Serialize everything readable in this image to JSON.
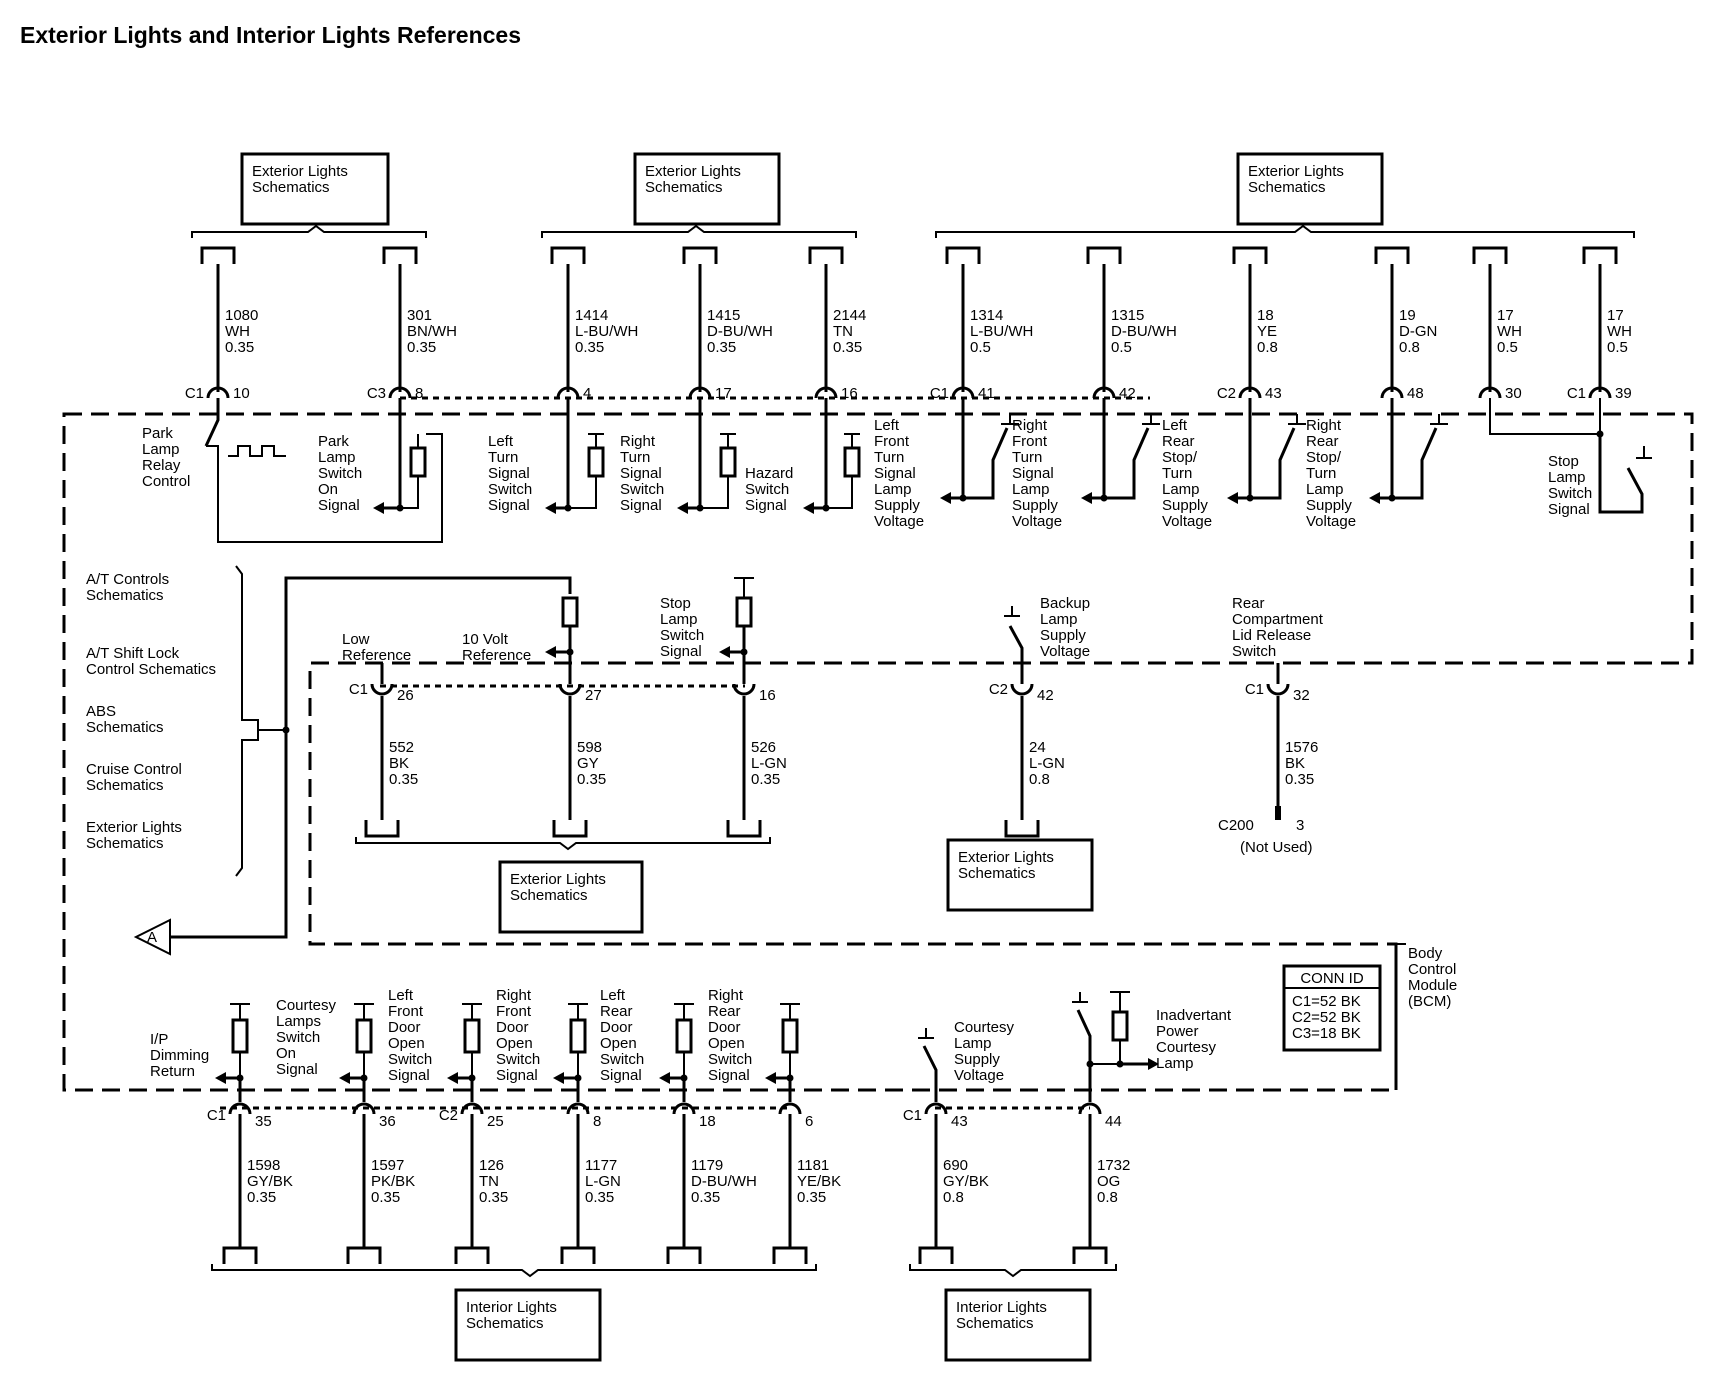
{
  "title": "Exterior Lights and Interior Lights References",
  "refs": {
    "ext_top_1": "Exterior Lights|Schematics",
    "ext_top_2": "Exterior Lights|Schematics",
    "ext_top_3": "Exterior Lights|Schematics",
    "ext_mid_1": "Exterior Lights|Schematics",
    "ext_mid_2": "Exterior Lights|Schematics",
    "int_bot_1": "Interior Lights|Schematics",
    "int_bot_2": "Interior Lights|Schematics"
  },
  "top_wires": [
    {
      "circuit": "1080",
      "color": "WH",
      "gauge": "0.35",
      "conn": "C1",
      "pin": "10"
    },
    {
      "circuit": "301",
      "color": "BN/WH",
      "gauge": "0.35",
      "conn": "C3",
      "pin": "8"
    },
    {
      "circuit": "1414",
      "color": "L-BU/WH",
      "gauge": "0.35",
      "conn": "",
      "pin": "4"
    },
    {
      "circuit": "1415",
      "color": "D-BU/WH",
      "gauge": "0.35",
      "conn": "",
      "pin": "17"
    },
    {
      "circuit": "2144",
      "color": "TN",
      "gauge": "0.35",
      "conn": "",
      "pin": "16"
    },
    {
      "circuit": "1314",
      "color": "L-BU/WH",
      "gauge": "0.5",
      "conn": "C1",
      "pin": "41"
    },
    {
      "circuit": "1315",
      "color": "D-BU/WH",
      "gauge": "0.5",
      "conn": "",
      "pin": "42"
    },
    {
      "circuit": "18",
      "color": "YE",
      "gauge": "0.8",
      "conn": "C2",
      "pin": "43"
    },
    {
      "circuit": "19",
      "color": "D-GN",
      "gauge": "0.8",
      "conn": "",
      "pin": "48"
    },
    {
      "circuit": "17",
      "color": "WH",
      "gauge": "0.5",
      "conn": "",
      "pin": "30"
    },
    {
      "circuit": "17",
      "color": "WH",
      "gauge": "0.5",
      "conn": "C1",
      "pin": "39"
    }
  ],
  "top_signals": [
    "Park|Lamp|Relay|Control",
    "Park|Lamp|Switch|On|Signal",
    "Left|Turn|Signal|Switch|Signal",
    "Right|Turn|Signal|Switch|Signal",
    "Hazard|Switch|Signal",
    "Left|Front|Turn|Signal|Lamp|Supply|Voltage",
    "Right|Front|Turn|Signal|Lamp|Supply|Voltage",
    "Left|Rear|Stop/|Turn|Lamp|Supply|Voltage",
    "Right|Rear|Stop/|Turn|Lamp|Supply|Voltage",
    "Stop|Lamp|Switch|Signal"
  ],
  "side_refs": [
    "A/T Controls|Schematics",
    "A/T Shift Lock|Control Schematics",
    "ABS|Schematics",
    "Cruise Control|Schematics",
    "Exterior Lights|Schematics"
  ],
  "offpage": "A",
  "mid_wires": [
    {
      "circuit": "552",
      "color": "BK",
      "gauge": "0.35",
      "conn": "C1",
      "pin": "26"
    },
    {
      "circuit": "598",
      "color": "GY",
      "gauge": "0.35",
      "conn": "",
      "pin": "27"
    },
    {
      "circuit": "526",
      "color": "L-GN",
      "gauge": "0.35",
      "conn": "",
      "pin": "16"
    },
    {
      "circuit": "24",
      "color": "L-GN",
      "gauge": "0.8",
      "conn": "C2",
      "pin": "42"
    },
    {
      "circuit": "1576",
      "color": "BK",
      "gauge": "0.35",
      "conn": "C1",
      "pin": "32"
    }
  ],
  "mid_signals": [
    "Low|Reference",
    "10 Volt|Reference",
    "Stop|Lamp|Switch|Signal",
    "Backup|Lamp|Supply|Voltage",
    "Rear|Compartment|Lid Release|Switch"
  ],
  "c200": {
    "conn": "C200",
    "pin": "3",
    "note": "(Not Used)"
  },
  "module": "Body|Control|Module|(BCM)",
  "conn_id": {
    "title": "CONN ID",
    "rows": [
      "C1=52 BK",
      "C2=52 BK",
      "C3=18 BK"
    ]
  },
  "bot_wires": [
    {
      "circuit": "1598",
      "color": "GY/BK",
      "gauge": "0.35",
      "conn": "C1",
      "pin": "35"
    },
    {
      "circuit": "1597",
      "color": "PK/BK",
      "gauge": "0.35",
      "conn": "",
      "pin": "36"
    },
    {
      "circuit": "126",
      "color": "TN",
      "gauge": "0.35",
      "conn": "C2",
      "pin": "25"
    },
    {
      "circuit": "1177",
      "color": "L-GN",
      "gauge": "0.35",
      "conn": "",
      "pin": "8"
    },
    {
      "circuit": "1179",
      "color": "D-BU/WH",
      "gauge": "0.35",
      "conn": "",
      "pin": "18"
    },
    {
      "circuit": "1181",
      "color": "YE/BK",
      "gauge": "0.35",
      "conn": "",
      "pin": "6"
    },
    {
      "circuit": "690",
      "color": "GY/BK",
      "gauge": "0.8",
      "conn": "C1",
      "pin": "43"
    },
    {
      "circuit": "1732",
      "color": "OG",
      "gauge": "0.8",
      "conn": "",
      "pin": "44"
    }
  ],
  "bot_signals": [
    "I/P|Dimming|Return",
    "Courtesy|Lamps|Switch|On|Signal",
    "Left|Front|Door|Open|Switch|Signal",
    "Right|Front|Door|Open|Switch|Signal",
    "Left|Rear|Door|Open|Switch|Signal",
    "Right|Rear|Door|Open|Switch|Signal",
    "Courtesy|Lamp|Supply|Voltage",
    "Inadvertant|Power|Courtesy|Lamp"
  ]
}
